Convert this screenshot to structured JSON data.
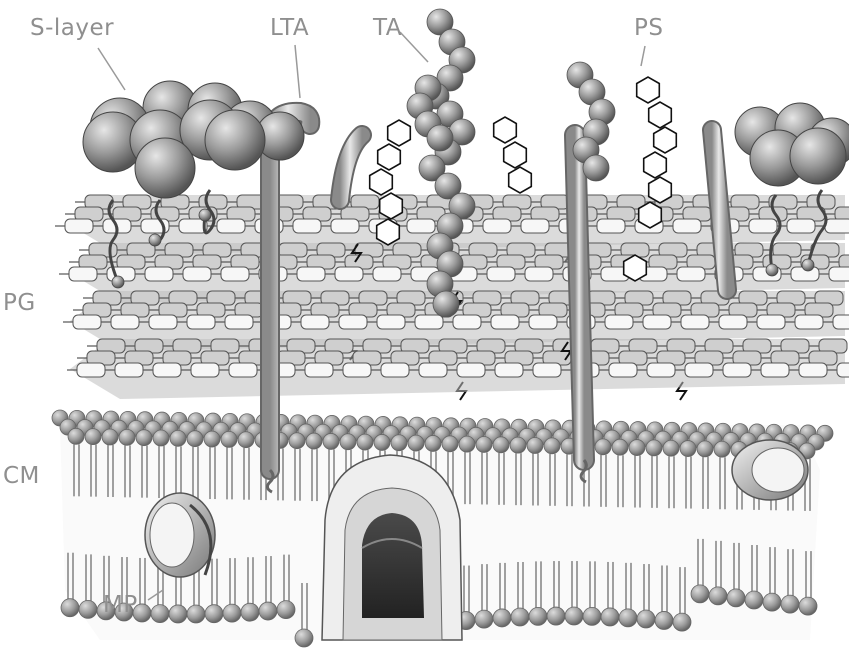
{
  "labels": {
    "s_layer": "S-layer",
    "lta": "LTA",
    "ta": "TA",
    "ps": "PS",
    "pg": "PG",
    "cm": "CM",
    "mp": "MP"
  }
}
